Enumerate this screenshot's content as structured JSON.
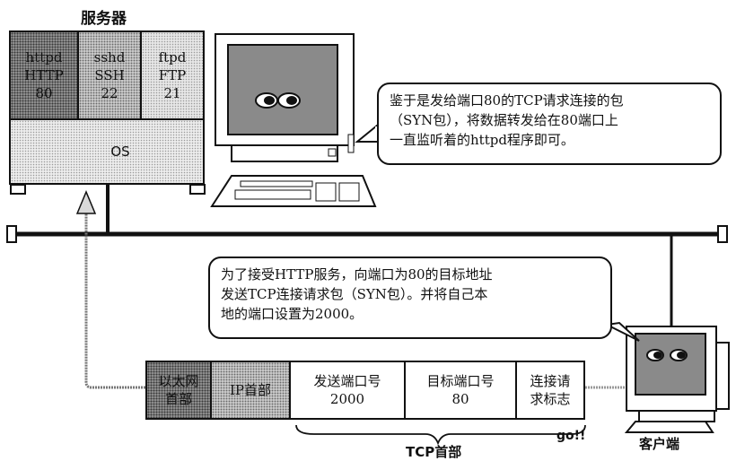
{
  "server": {
    "title": "服务器",
    "services": [
      {
        "daemon": "httpd",
        "protocol": "HTTP",
        "port": "80"
      },
      {
        "daemon": "sshd",
        "protocol": "SSH",
        "port": "22"
      },
      {
        "daemon": "ftpd",
        "protocol": "FTP",
        "port": "21"
      }
    ],
    "os_label": "OS"
  },
  "server_bubble": {
    "lines": [
      "鉴于是发给端口80的TCP请求连接的包",
      "（SYN包），将数据转发给在80端口上",
      "一直监听着的httpd程序即可。"
    ]
  },
  "client_bubble": {
    "lines": [
      "为了接受HTTP服务，向端口为80的目标地址",
      "发送TCP连接请求包（SYN包）。并将自己本",
      "地的端口设置为2000。"
    ]
  },
  "packet": {
    "fields": [
      {
        "line1": "以太网",
        "line2": "首部"
      },
      {
        "line1": "IP首部",
        "line2": ""
      },
      {
        "line1": "发送端口号",
        "line2": "2000"
      },
      {
        "line1": "目标端口号",
        "line2": "80"
      },
      {
        "line1": "连接请",
        "line2": "求标志"
      }
    ],
    "tcp_header_label": "TCP首部",
    "go_label": "go!!"
  },
  "client": {
    "label": "客户端"
  }
}
